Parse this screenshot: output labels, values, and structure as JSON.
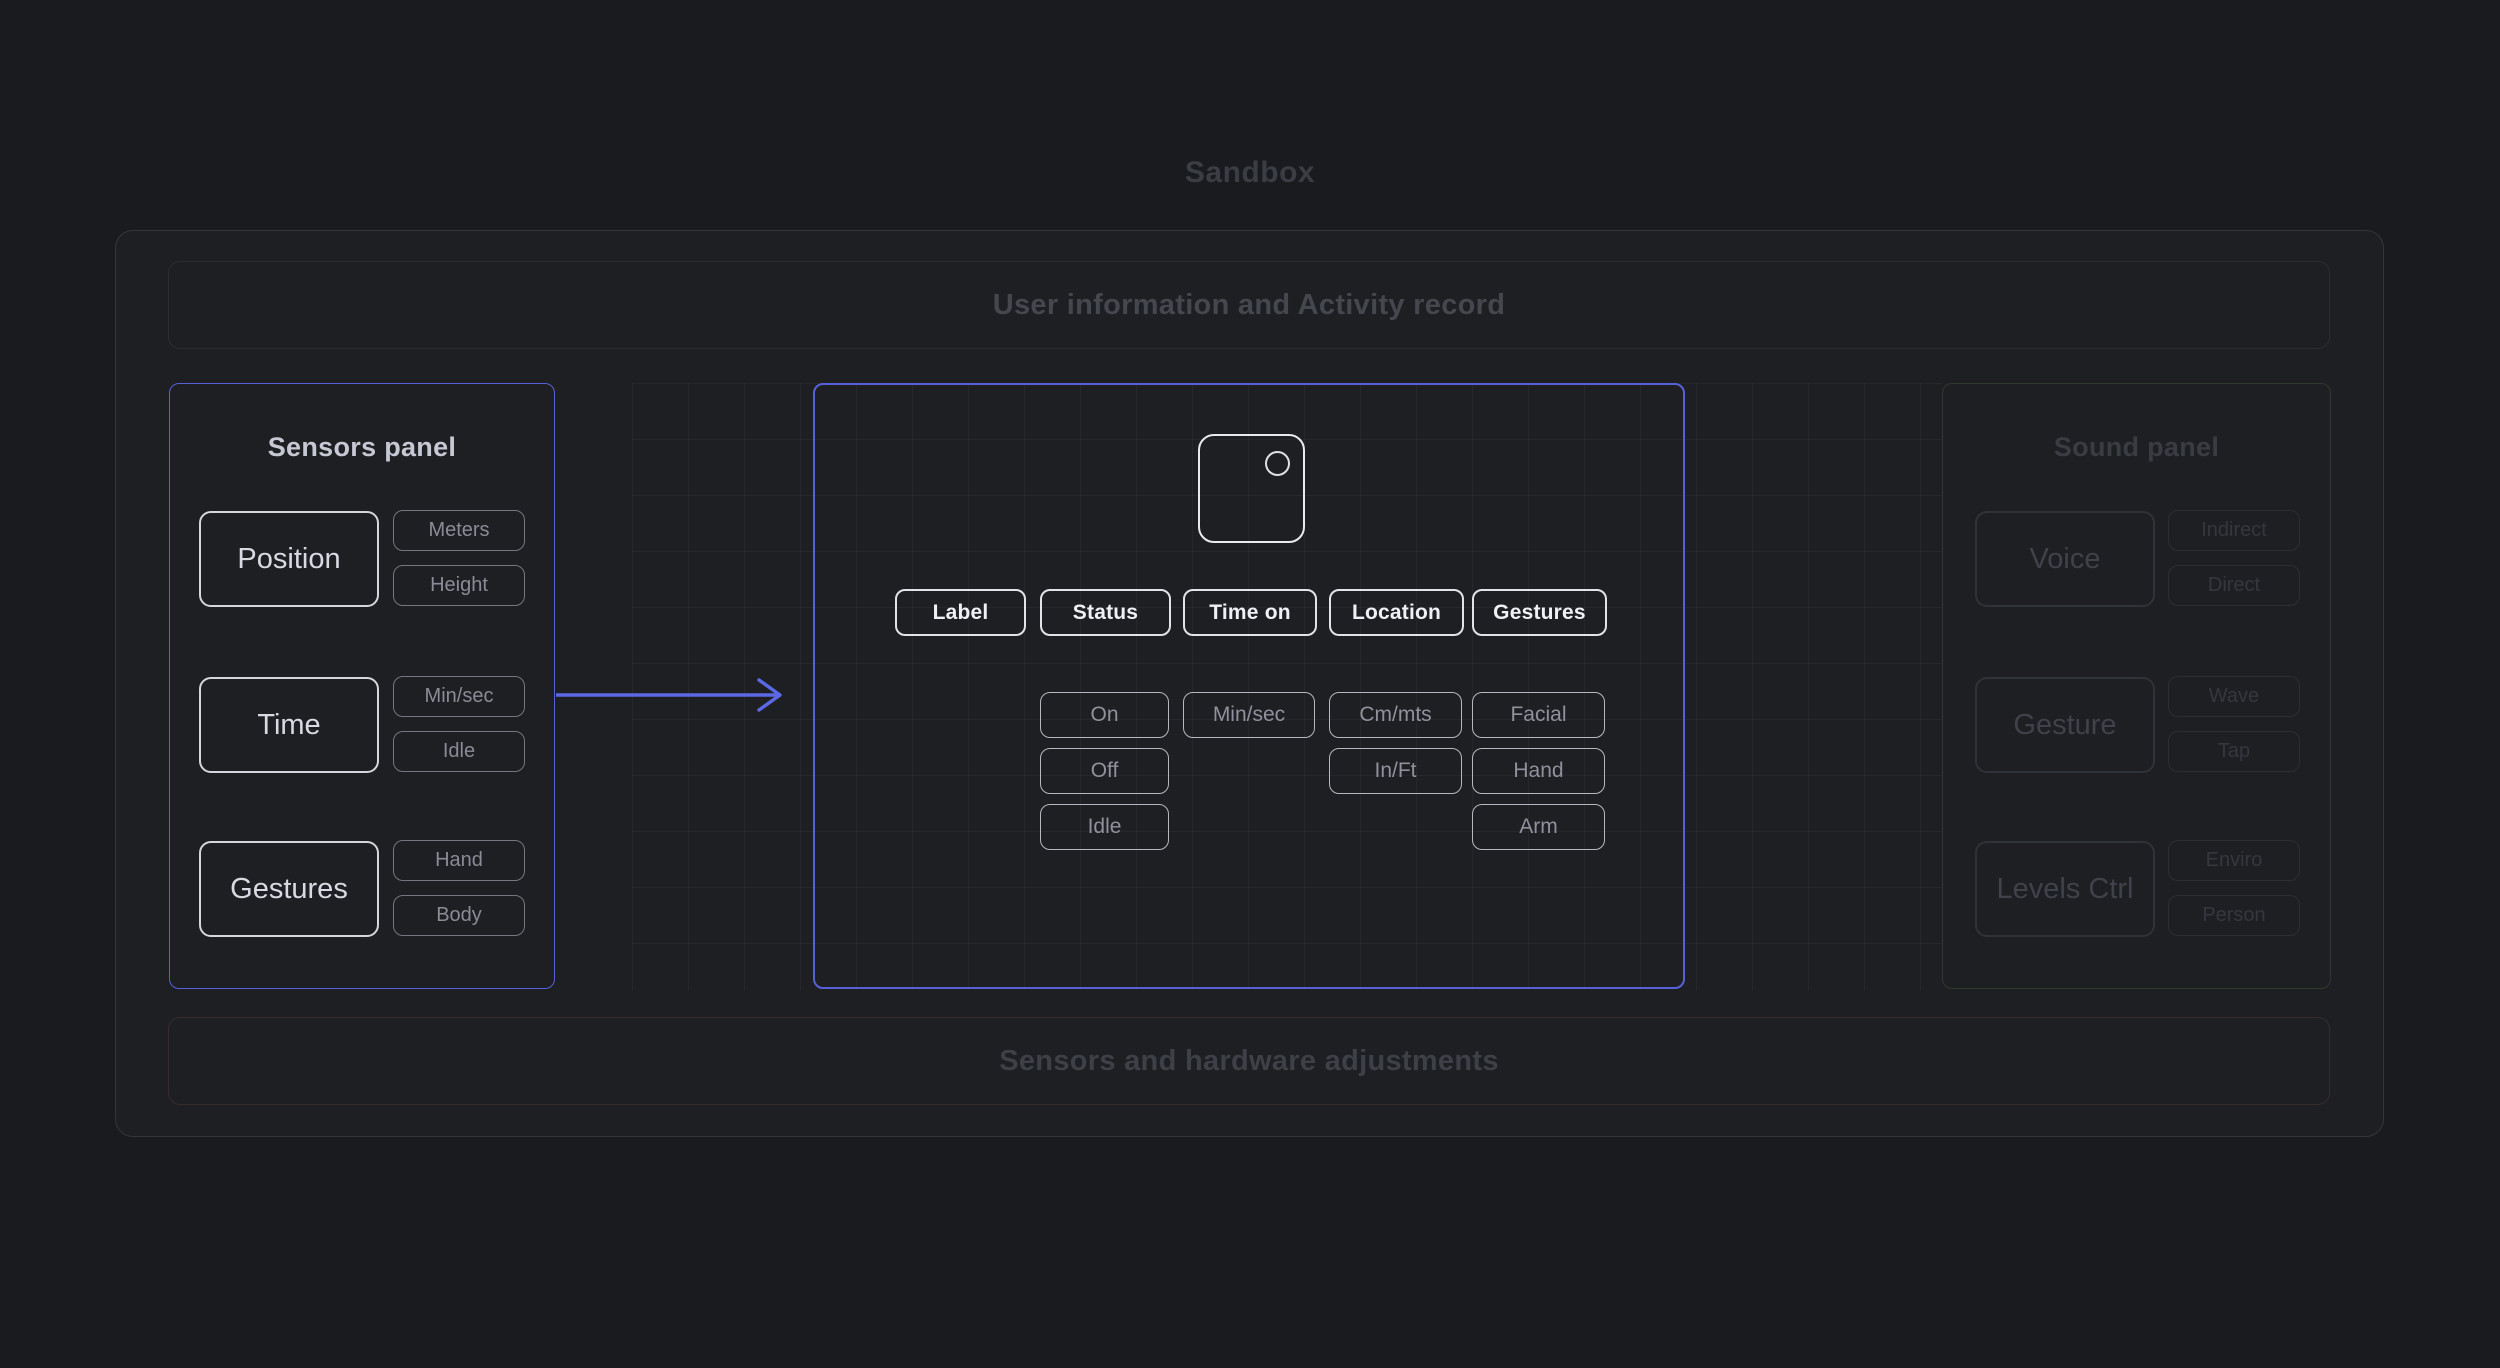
{
  "page": {
    "title": "Sandbox"
  },
  "header": {
    "label": "User information and Activity record"
  },
  "footer": {
    "label": "Sensors and hardware adjustments"
  },
  "colors": {
    "accent_blue": "#5661d8",
    "arrow_blue": "#5b69e6",
    "sound_panel_border_green": "#2e3a2b",
    "footer_border_maroon": "#372b2f",
    "background": "#1a1b1e"
  },
  "sensors_panel": {
    "title": "Sensors panel",
    "rows": [
      {
        "main": "Position",
        "subs": [
          "Meters",
          "Height"
        ]
      },
      {
        "main": "Time",
        "subs": [
          "Min/sec",
          "Idle"
        ]
      },
      {
        "main": "Gestures",
        "subs": [
          "Hand",
          "Body"
        ]
      }
    ]
  },
  "canvas_panel": {
    "icon": "device-icon",
    "columns": [
      {
        "header": "Label",
        "options": []
      },
      {
        "header": "Status",
        "options": [
          "On",
          "Off",
          "Idle"
        ]
      },
      {
        "header": "Time on",
        "options": [
          "Min/sec"
        ]
      },
      {
        "header": "Location",
        "options": [
          "Cm/mts",
          "In/Ft"
        ]
      },
      {
        "header": "Gestures",
        "options": [
          "Facial",
          "Hand",
          "Arm"
        ]
      }
    ]
  },
  "sound_panel": {
    "title": "Sound panel",
    "rows": [
      {
        "main": "Voice",
        "subs": [
          "Indirect",
          "Direct"
        ]
      },
      {
        "main": "Gesture",
        "subs": [
          "Wave",
          "Tap"
        ]
      },
      {
        "main": "Levels Ctrl",
        "subs": [
          "Enviro",
          "Person"
        ]
      }
    ]
  }
}
